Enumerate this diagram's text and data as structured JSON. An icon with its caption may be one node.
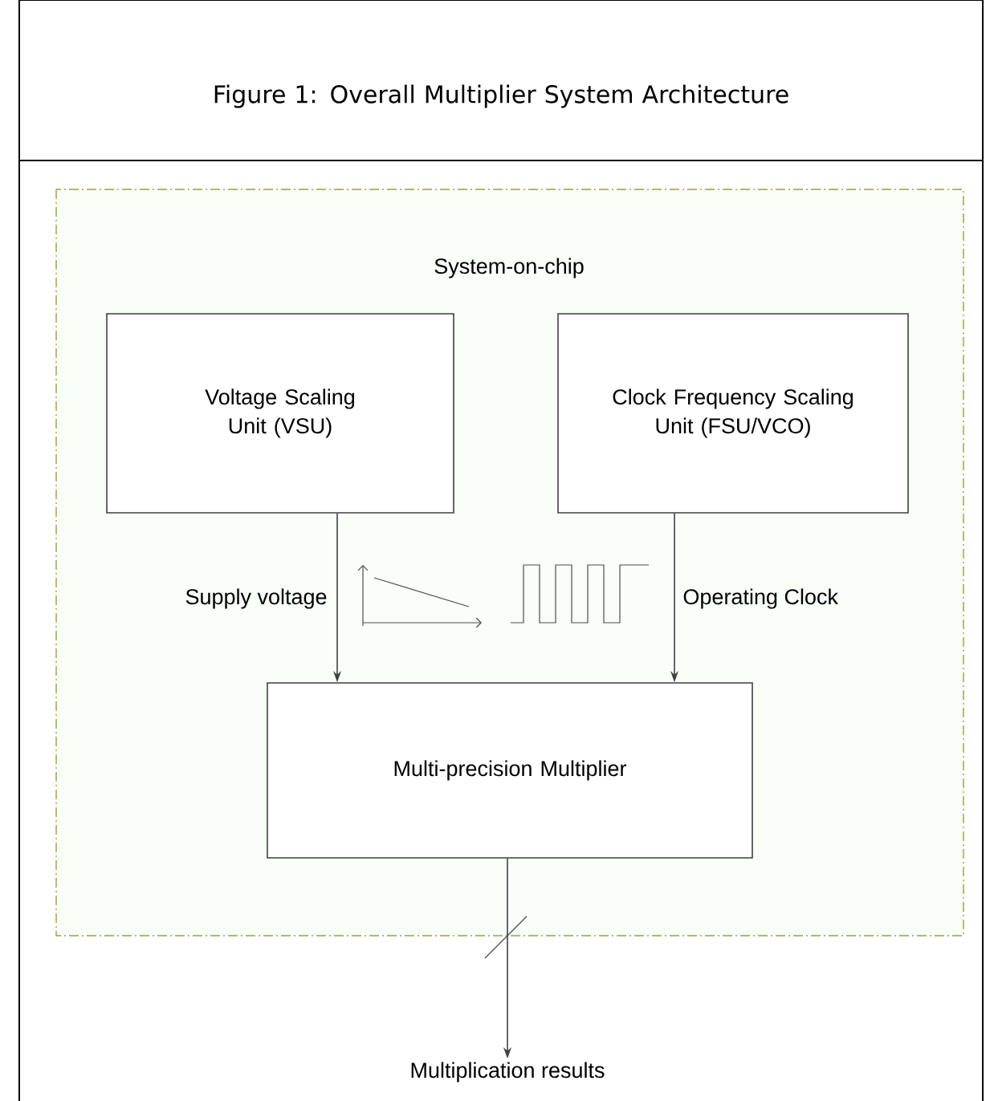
{
  "diagram": {
    "title": "Figure 1: Overall Multiplier System Architecture",
    "nodes": [
      {
        "text": [
          "System-on-chip"
        ]
      },
      {
        "text": [
          "Voltage Scaling Unit (VSU)"
        ],
        "in": 0
      },
      {
        "text": [
          "Clock Frequency Scaling Unit (FSU/VCO)"
        ],
        "in": 0
      },
      {
        "text": [
          "Multi-precision Multiplier"
        ],
        "in": 0
      },
      {
        "text": [
          "Multiplication results"
        ]
      }
    ],
    "edges": [
      {
        "from": 1,
        "to": 3,
        "arrow": "to",
        "label": "Supply voltage"
      },
      {
        "from": 2,
        "to": 3,
        "arrow": "to",
        "label": "Operating Clock"
      },
      {
        "from": 3,
        "to": 4,
        "arrow": "to"
      }
    ]
  }
}
